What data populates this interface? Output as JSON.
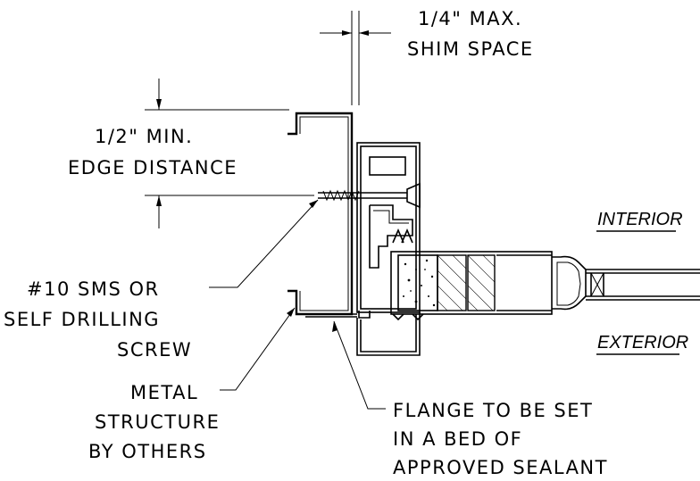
{
  "labels": {
    "shim_line1": "1/4\" MAX.",
    "shim_line2": "SHIM SPACE",
    "edge_line1": "1/2\" MIN.",
    "edge_line2": "EDGE DISTANCE",
    "interior": "INTERIOR",
    "exterior": "EXTERIOR",
    "screw_line1": "#10 SMS OR",
    "screw_line2": "SELF DRILLING",
    "screw_line3": "SCREW",
    "metal_line1": "METAL",
    "metal_line2": "STRUCTURE",
    "metal_line3": "BY OTHERS",
    "flange_line1": "FLANGE TO BE SET",
    "flange_line2": "IN A BED OF",
    "flange_line3": "APPROVED SEALANT"
  }
}
